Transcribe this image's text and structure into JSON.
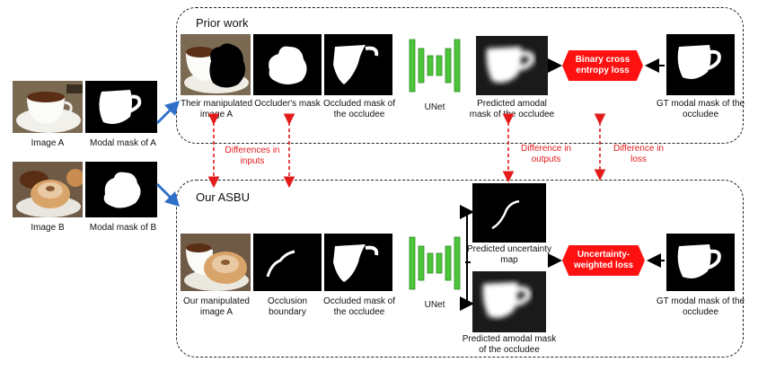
{
  "left": {
    "image_a": "Image A",
    "modal_a": "Modal mask of A",
    "image_b": "Image B",
    "modal_b": "Modal mask of B"
  },
  "prior": {
    "title": "Prior work",
    "manip": "Their manipulated image A",
    "occluder": "Occluder's mask",
    "occluded": "Occluded mask of the occludee",
    "unet": "UNet",
    "pred_amodal": "Predicted amodal mask of the occludee",
    "loss": "Binary cross entropy loss",
    "gt": "GT modal mask of the occludee"
  },
  "diffs": {
    "inputs": "Differences in inputs",
    "outputs": "Difference in outputs",
    "loss": "Difference in loss"
  },
  "ours": {
    "title": "Our ASBU",
    "manip": "Our manipulated image A",
    "boundary": "Occlusion boundary",
    "occluded": "Occluded mask of the occludee",
    "unet": "UNet",
    "uncertainty": "Predicted uncertainty map",
    "pred_amodal": "Predicted amodal mask of the occludee",
    "loss": "Uncertainty-weighted loss",
    "gt": "GT modal mask of the occludee"
  },
  "colors": {
    "unet": "#4cc53a",
    "loss": "#ff1111",
    "diff_arrow": "#e31b1b",
    "blue_arrow": "#2f6fc9"
  }
}
